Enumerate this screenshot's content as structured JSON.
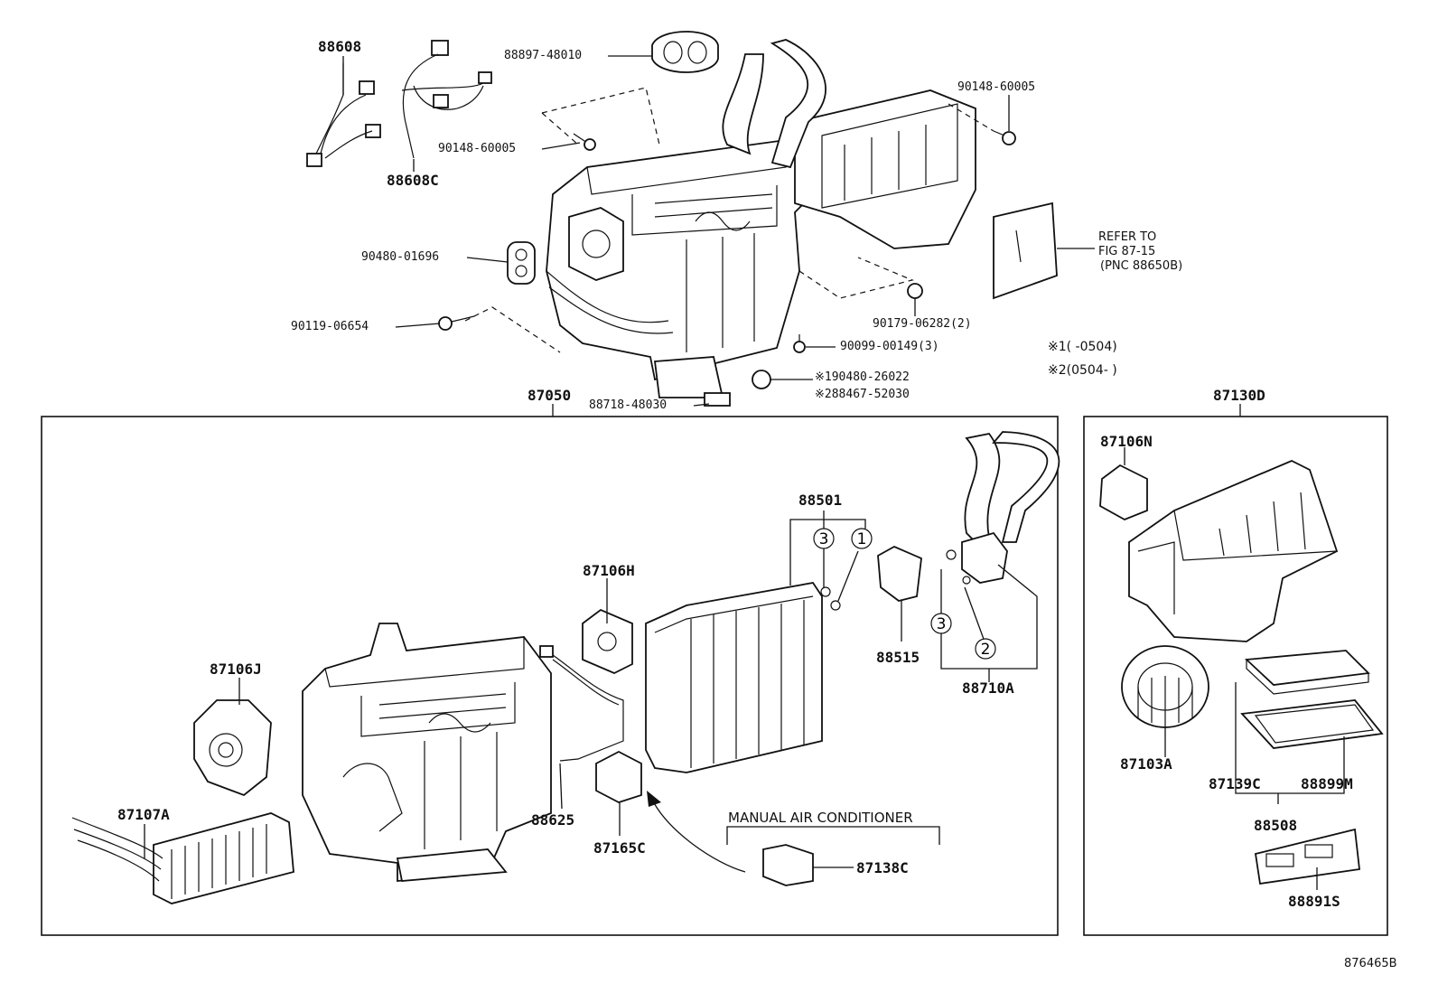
{
  "labels": {
    "p88608": "88608",
    "p88608C": "88608C",
    "p88897": "88897-48010",
    "p90148a": "90148-60005",
    "p90148b": "90148-60005",
    "p90480": "90480-01696",
    "p90119": "90119-06654",
    "p90179": "90179-06282(2)",
    "p90099": "90099-00149(3)",
    "p90480b": "※190480-26022",
    "p88467": "※288467-52030",
    "p88718": "88718-48030",
    "p87050": "87050",
    "p87130D": "87130D",
    "p87106N": "87106N",
    "p88501": "88501",
    "p87106H": "87106H",
    "p87106J": "87106J",
    "p88515": "88515",
    "p88710A": "88710A",
    "p87107A": "87107A",
    "p88625": "88625",
    "p87165C": "87165C",
    "p87138C": "87138C",
    "p87103A": "87103A",
    "p87139C": "87139C",
    "p88899M": "88899M",
    "p88508": "88508",
    "p88891S": "88891S"
  },
  "refer": {
    "line1": "REFER TO",
    "line2": "FIG 87-15",
    "line3": "(PNC 88650B)"
  },
  "notes": {
    "n1": "※1(        -0504)",
    "n2": "※2(0504-        )"
  },
  "manual_ac": "MANUAL AIR CONDITIONER",
  "circles": {
    "c3a": "3",
    "c1": "1",
    "c3b": "3",
    "c2": "2"
  },
  "figure_id": "876465B"
}
